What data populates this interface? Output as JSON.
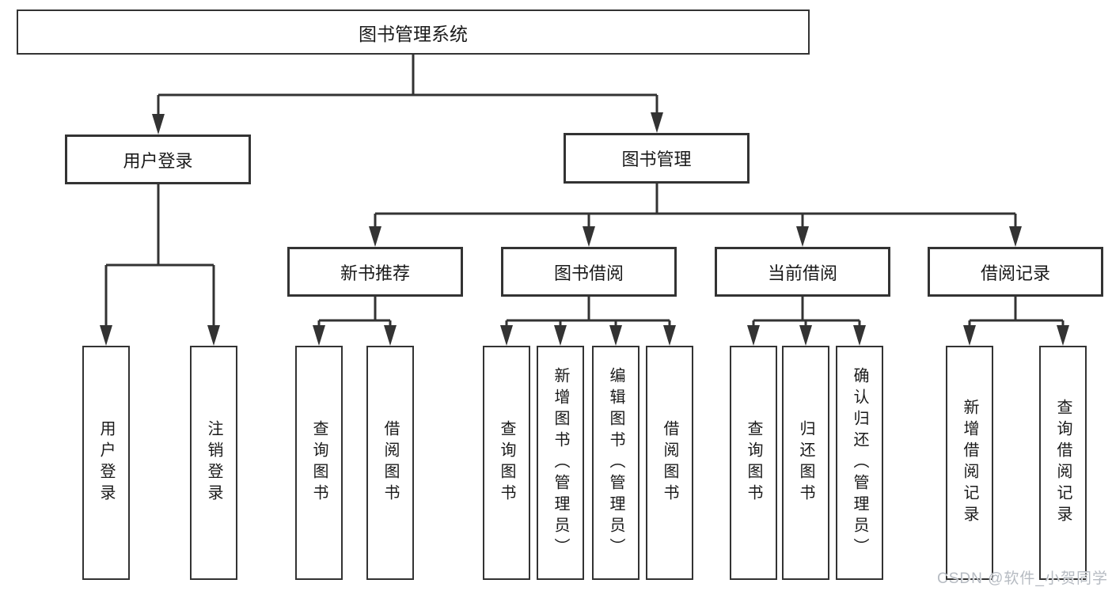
{
  "theme": {
    "background": "#ffffff",
    "line_color": "#333333",
    "box_border_color": "#333333",
    "box_fill": "#ffffff",
    "text_color": "#1a1a1a",
    "watermark_color": "#b6bbc2"
  },
  "tree": {
    "root": {
      "label": "图书管理系统"
    },
    "branches": [
      {
        "label": "用户登录",
        "children": [
          {
            "label": "用户登录"
          },
          {
            "label": "注销登录"
          }
        ]
      },
      {
        "label": "图书管理",
        "children": [
          {
            "label": "新书推荐",
            "children": [
              {
                "label": "查询图书"
              },
              {
                "label": "借阅图书"
              }
            ]
          },
          {
            "label": "图书借阅",
            "children": [
              {
                "label": "查询图书"
              },
              {
                "label": "新增图书（管理员）"
              },
              {
                "label": "编辑图书（管理员）"
              },
              {
                "label": "借阅图书"
              }
            ]
          },
          {
            "label": "当前借阅",
            "children": [
              {
                "label": "查询图书"
              },
              {
                "label": "归还图书"
              },
              {
                "label": "确认归还（管理员）"
              }
            ]
          },
          {
            "label": "借阅记录",
            "children": [
              {
                "label": "新增借阅记录"
              },
              {
                "label": "查询借阅记录"
              }
            ]
          }
        ]
      }
    ]
  },
  "watermark": {
    "text": "CSDN @软件_小贺同学"
  }
}
